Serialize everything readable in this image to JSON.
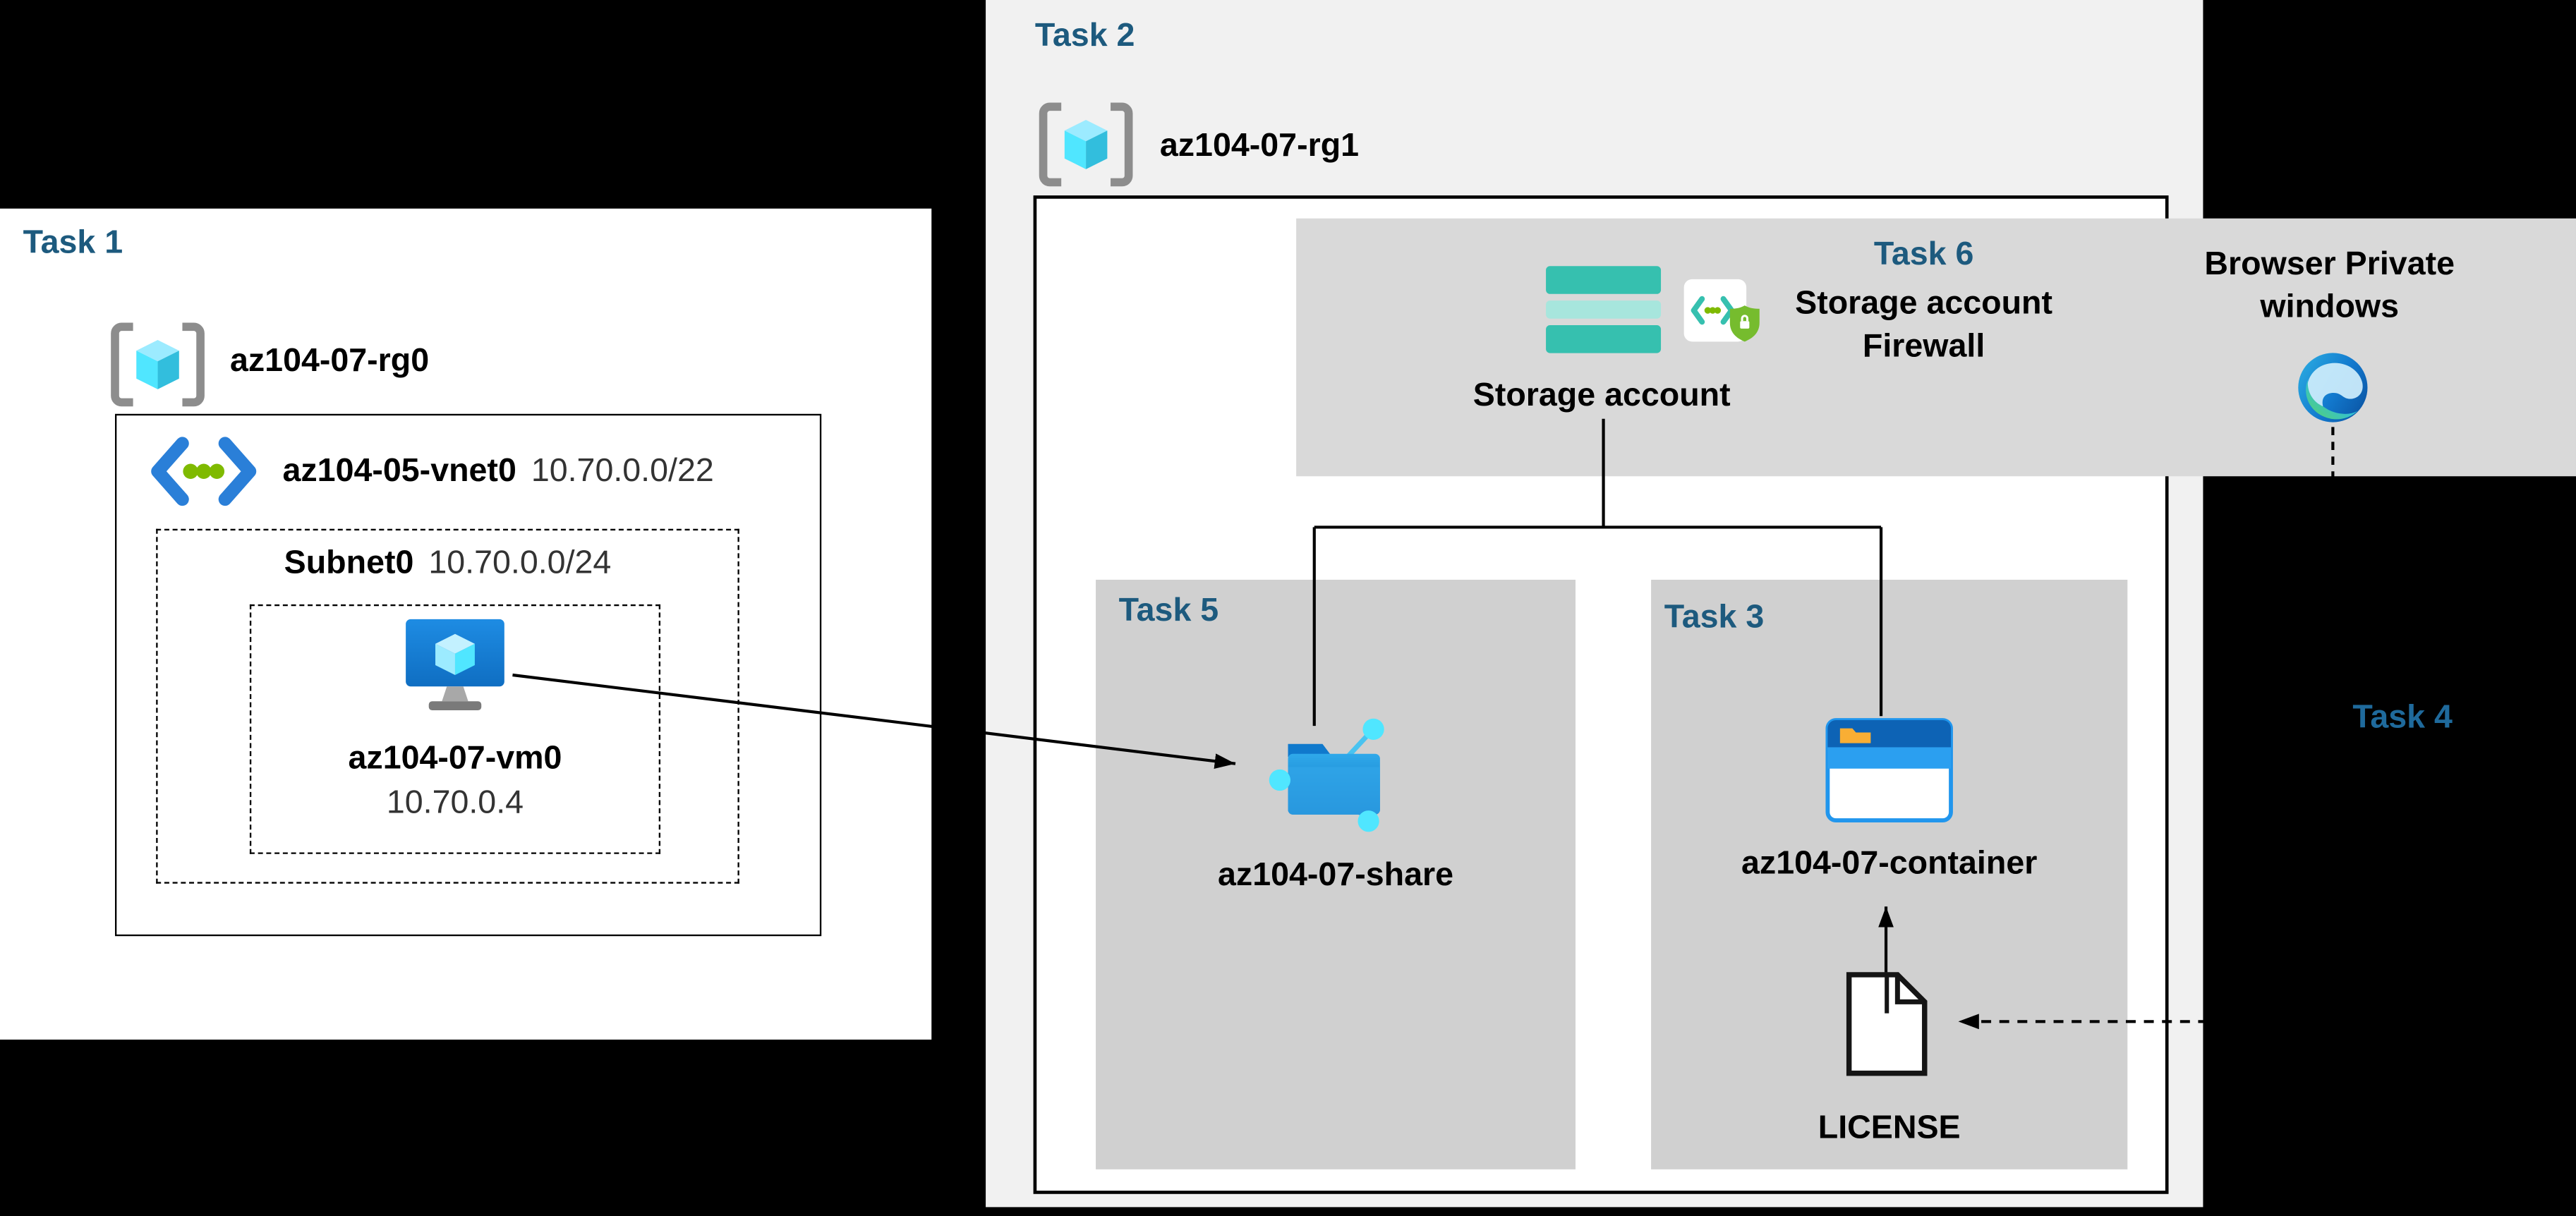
{
  "diagram": {
    "task1": {
      "label": "Task 1",
      "resource_group": "az104-07-rg0",
      "vnet_name": "az104-05-vnet0",
      "vnet_cidr": "10.70.0.0/22",
      "subnet_name": "Subnet0",
      "subnet_cidr": "10.70.0.0/24",
      "vm_name": "az104-07-vm0",
      "vm_ip": "10.70.0.4"
    },
    "task2": {
      "label": "Task 2",
      "resource_group": "az104-07-rg1",
      "storage_label": "Storage account"
    },
    "task6": {
      "label": "Task 6",
      "caption_line1": "Storage account",
      "caption_line2": "Firewall"
    },
    "browser": {
      "line1": "Browser Private",
      "line2": "windows"
    },
    "task5": {
      "label": "Task 5",
      "share_name": "az104-07-share"
    },
    "task3": {
      "label": "Task 3",
      "container_name": "az104-07-container",
      "file_label": "LICENSE"
    },
    "task4": {
      "label": "Task 4"
    },
    "icons": {
      "resource_group": "resource-group-icon",
      "virtual_network": "virtual-network-icon",
      "virtual_machine": "virtual-machine-icon",
      "storage_account": "storage-account-icon",
      "storage_firewall": "storage-firewall-icon",
      "edge_browser": "edge-browser-icon",
      "file_share": "file-share-icon",
      "blob_container": "blob-container-icon",
      "license_document": "license-document-icon"
    },
    "colors": {
      "background": "#000000",
      "task_label_blue": "#1d5a7e",
      "panel_white": "#ffffff",
      "panel_grey": "#f1f1f1",
      "band_grey": "#d9d9d9",
      "box_grey": "#d0d0d0",
      "storage_teal": "#36c0af",
      "azure_blue": "#1b7fd4",
      "cyan_accent": "#50e6ff"
    }
  }
}
